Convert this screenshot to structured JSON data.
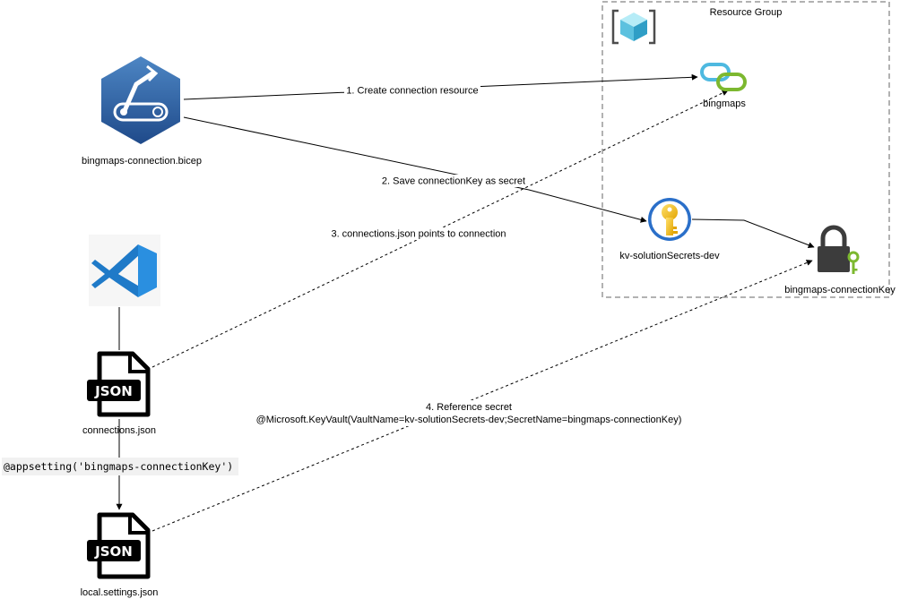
{
  "group": {
    "title": "Resource Group"
  },
  "nodes": {
    "bicep": {
      "label": "bingmaps-connection.bicep",
      "icon": "bicep-icon"
    },
    "connection": {
      "label": "bingmaps",
      "icon": "api-connection-icon"
    },
    "keyvault": {
      "label": "kv-solutionSecrets-dev",
      "icon": "key-vault-icon"
    },
    "secret": {
      "label": "bingmaps-connectionKey",
      "icon": "padlock-key-icon"
    },
    "vscode": {
      "icon": "vscode-icon"
    },
    "connections_json": {
      "label": "connections.json",
      "icon": "json-file-icon"
    },
    "local_settings": {
      "label": "local.settings.json",
      "icon": "json-file-icon"
    },
    "resource_group": {
      "icon": "resource-group-icon"
    }
  },
  "edges": {
    "create": {
      "label": "1. Create connection resource"
    },
    "save": {
      "label": "2. Save connectionKey as secret"
    },
    "points": {
      "label": "3. connections.json points to connection"
    },
    "reference": {
      "label": "4. Reference secret",
      "sublabel": "@Microsoft.KeyVault(VaultName=kv-solutionSecrets-dev;SecretName=bingmaps-connectionKey)"
    },
    "appsetting": {
      "label": "@appsetting('bingmaps-connectionKey')"
    }
  },
  "colors": {
    "bicep_hex_top": "#4d86c4",
    "bicep_hex_bottom": "#1f4a8a",
    "link_blue": "#4eb9e0",
    "link_green": "#7cb82f",
    "key_gold": "#f5c518",
    "keyvault_ring": "#2a6fc9",
    "lock_gray": "#3c3c3c",
    "lock_key_green": "#7cb82f",
    "vscode_blue": "#2a8fe0",
    "group_border": "#999999"
  }
}
